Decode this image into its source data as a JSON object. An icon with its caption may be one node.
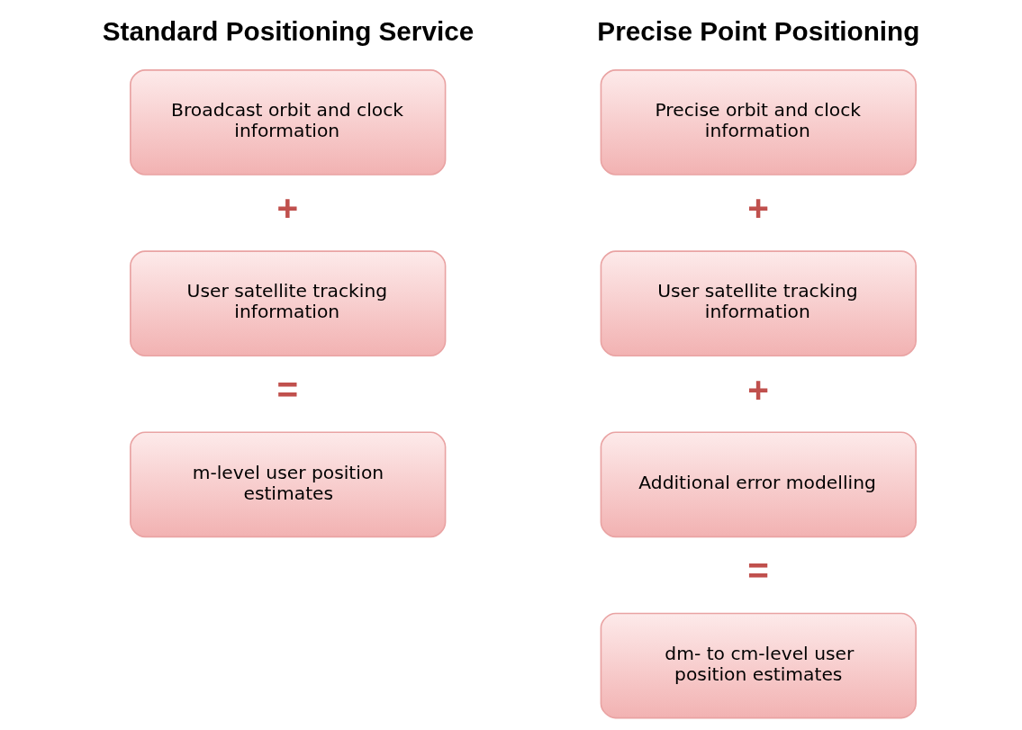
{
  "diagram": {
    "nodes": [
      {
        "text": [
          "Broadcast orbit and clock information"
        ]
      },
      {
        "text": [
          "User satellite tracking information"
        ]
      },
      {
        "text": [
          "m-level user position estimates"
        ]
      },
      {
        "text": [
          "Precise orbit and clock information"
        ]
      },
      {
        "text": [
          "User satellite tracking information"
        ]
      },
      {
        "text": [
          "Additional error modelling"
        ]
      },
      {
        "text": [
          "dm- to cm-level user position estimates"
        ]
      }
    ],
    "labels": [
      "Standard Positioning Service",
      "+",
      "=",
      "Precise Point Positioning",
      "+",
      "+",
      "="
    ]
  }
}
